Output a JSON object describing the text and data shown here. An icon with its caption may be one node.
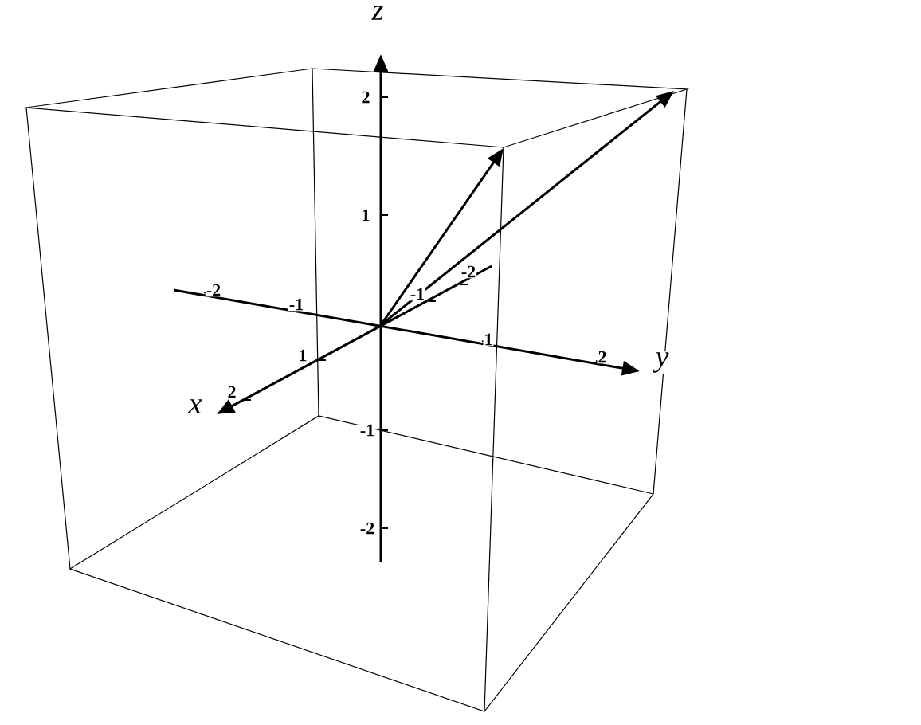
{
  "diagram": {
    "labels": [
      "z",
      "2",
      "1",
      "-2",
      "-2",
      "-1",
      "-1",
      "1",
      "1",
      "2",
      "y",
      "2",
      "x",
      "-1",
      "-2"
    ]
  }
}
